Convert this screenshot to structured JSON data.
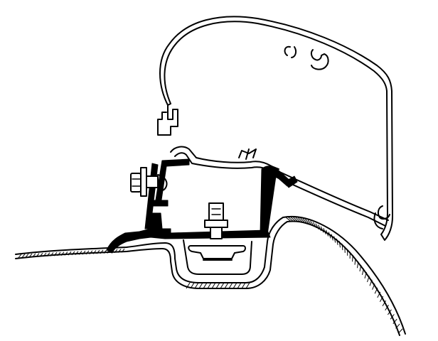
{
  "diagram": {
    "type": "technical cross-section line drawing",
    "parts": [
      {
        "name": "awning-cassette",
        "kind": "extruded aluminium housing profile"
      },
      {
        "name": "mounting-adapter",
        "kind": "black adapter bracket profile"
      },
      {
        "name": "roof-rail",
        "kind": "hatched vehicle roof/rail section"
      },
      {
        "name": "bolt-assembly",
        "kind": "bolt, nut and washer"
      },
      {
        "name": "t-slot-nut",
        "kind": "slot nut in rail channel"
      },
      {
        "name": "vehicle-roof-skin",
        "kind": "curved hatched roof panel"
      }
    ],
    "colors": {
      "line": "#000000",
      "fill": "#000000",
      "background": "#ffffff"
    }
  }
}
